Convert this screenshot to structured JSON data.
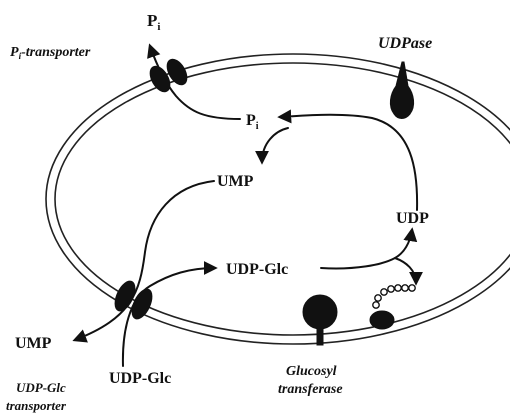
{
  "labels": {
    "pi_top": "P",
    "pi_top_sub": "i",
    "pi_inner": "P",
    "pi_inner_sub": "i",
    "pi_transporter": "P",
    "pi_transporter_sub": "i",
    "pi_transporter_rest": "-transporter",
    "udpase": "UDPase",
    "ump_inner": "UMP",
    "ump_outer": "UMP",
    "udp": "UDP",
    "udp_glc_inner": "UDP-Glc",
    "udp_glc_outer": "UDP-Glc",
    "udp_glc_transporter_line1": "UDP-Glc",
    "udp_glc_transporter_line2": "transporter",
    "glucosyl_transferase_line1": "Glucosyl",
    "glucosyl_transferase_line2": "transferase"
  },
  "colors": {
    "ink": "#111111",
    "background": "#ffffff"
  }
}
